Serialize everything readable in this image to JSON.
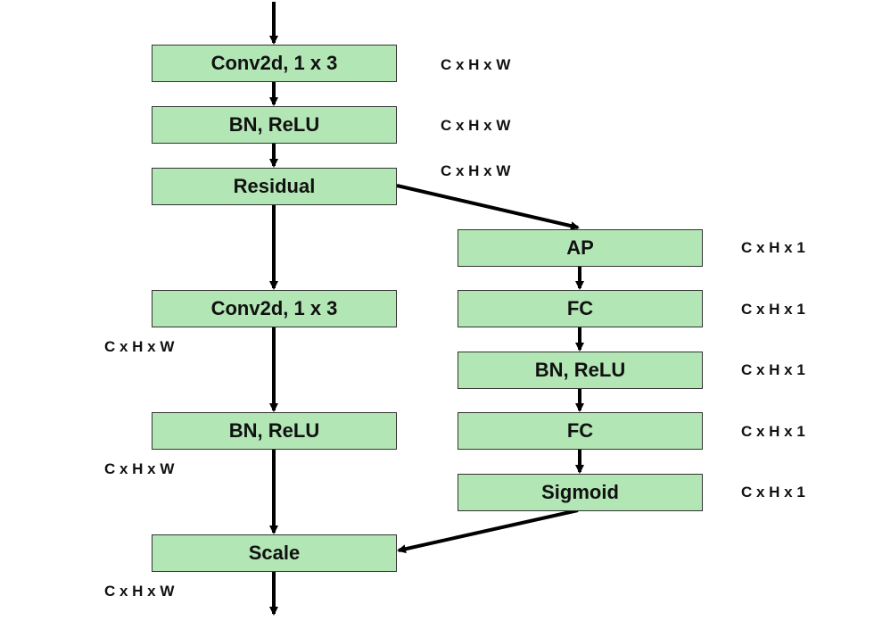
{
  "colors": {
    "box_fill": "#b3e6b5",
    "box_border": "#333333",
    "arrow": "#000000"
  },
  "main_branch": {
    "conv1": "Conv2d, 1 x 3",
    "bn_relu1": "BN, ReLU",
    "residual": "Residual",
    "conv2": "Conv2d, 1 x 3",
    "bn_relu2": "BN, ReLU",
    "scale": "Scale"
  },
  "side_branch": {
    "ap": "AP",
    "fc1": "FC",
    "bn_relu": "BN, ReLU",
    "fc2": "FC",
    "sigmoid": "Sigmoid"
  },
  "dims": {
    "conv1": "C x H x W",
    "bn_relu1": "C x H x W",
    "residual": "C x H x W",
    "conv2": "C x H x W",
    "bn_relu2": "C x H x W",
    "scale": "C x H x W",
    "ap": "C x H x 1",
    "fc1": "C x H x 1",
    "bn_relu": "C x H x 1",
    "fc2": "C x H x 1",
    "sigmoid": "C x H x 1"
  }
}
